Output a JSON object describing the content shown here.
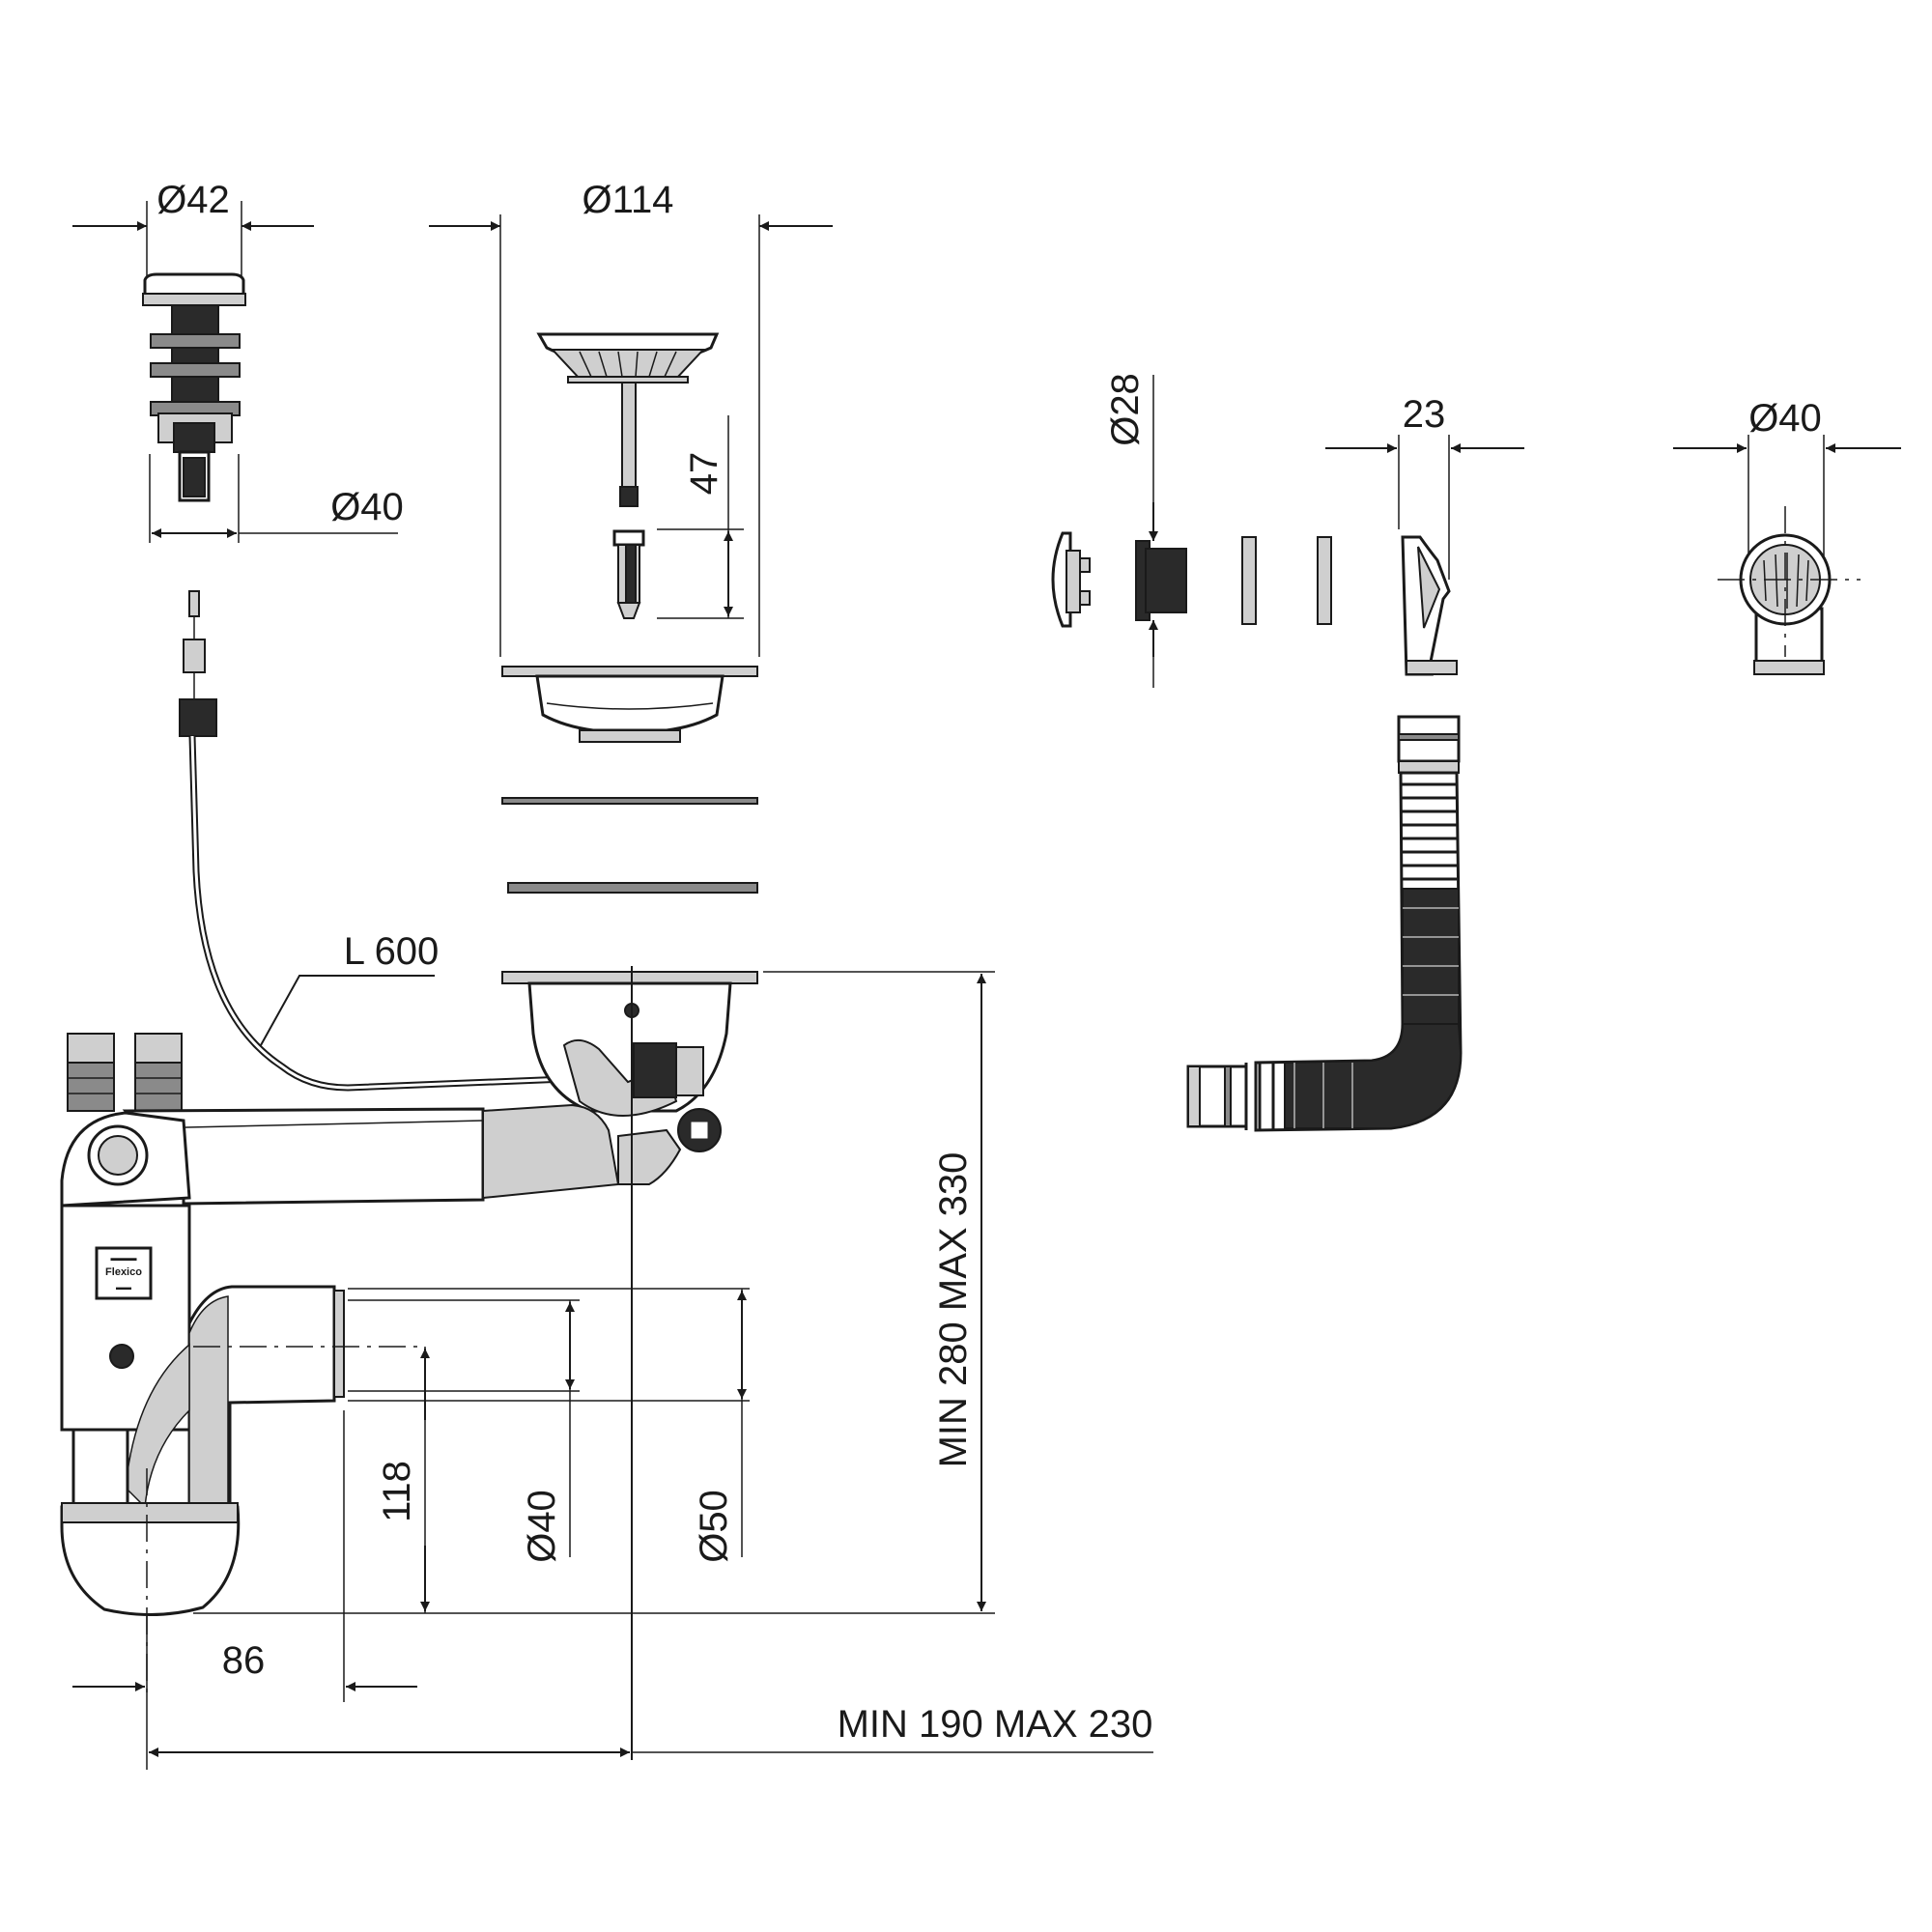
{
  "drawing": {
    "dimensions": {
      "pushbutton_top_diameter": "Ø42",
      "pushbutton_base_diameter": "Ø40",
      "strainer_diameter": "Ø114",
      "plug_height": "47",
      "cable_length": "L 600",
      "overflow_cap_diameter": "Ø28",
      "overflow_width": "23",
      "overflow_elbow_diameter": "Ø40",
      "trap_height": "MIN 280 MAX 330",
      "outlet_height": "118",
      "outlet_inner_diameter": "Ø40",
      "outlet_outer_diameter": "Ø50",
      "trap_offset": "86",
      "trap_depth": "MIN 190 MAX 230"
    },
    "trap_label_lines": [
      "▬▬▬",
      "Flexico",
      "▬▬"
    ]
  }
}
